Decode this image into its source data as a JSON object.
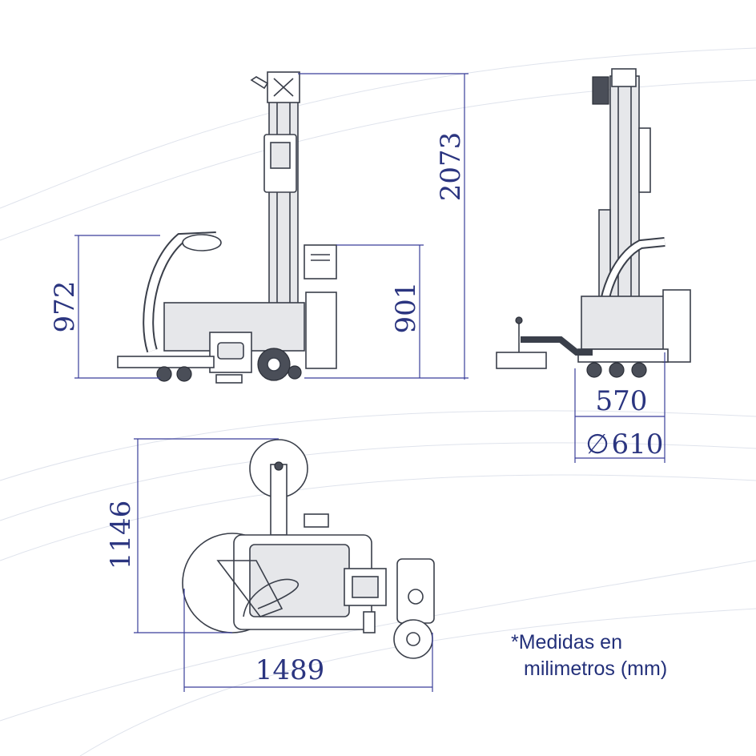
{
  "dimensions": {
    "side_width": "972",
    "side_height_total": "2073",
    "side_height_box": "901",
    "front_width": "570",
    "front_diameter_symbol": "∅",
    "front_diameter": "610",
    "top_depth": "1146",
    "top_length": "1489"
  },
  "note": {
    "line1": "*Medidas en",
    "line2": "milimetros (mm)"
  },
  "colors": {
    "dimension": "#2b3580",
    "drawing": "#3a3f4a",
    "fill": "#e6e7ea"
  }
}
